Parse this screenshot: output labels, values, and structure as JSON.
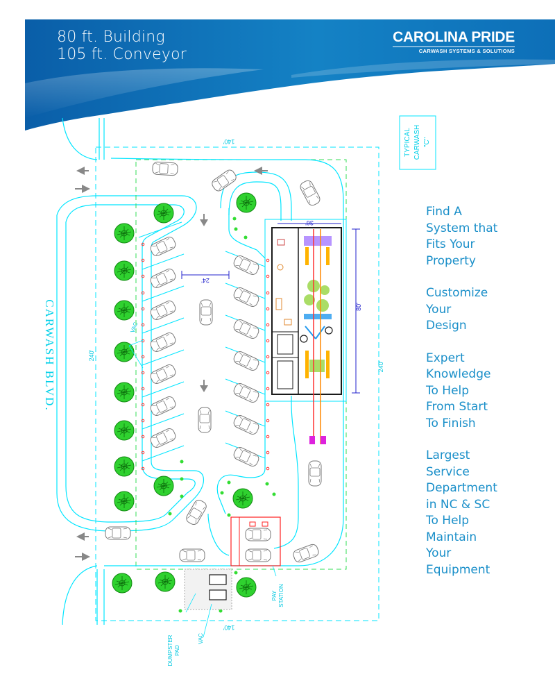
{
  "header": {
    "title_line1": "80 ft. Building",
    "title_line2": "105 ft. Conveyor",
    "brand_name": "CAROLINA PRIDE",
    "brand_tagline": "CARWASH SYSTEMS & SOLUTIONS",
    "accent_color": "#1482c5",
    "dark_color": "#0a5ea8"
  },
  "sidebar": {
    "color": "#1a8fc9",
    "items": [
      "Find A\nSystem that\nFits Your\nProperty",
      "Customize\nYour\nDesign",
      "Expert\nKnowledge\nTo Help\nFrom Start\nTo Finish",
      "Largest\nService\nDepartment\nin NC & SC\nTo Help\nMaintain\nYour\nEquipment"
    ]
  },
  "site_plan": {
    "stamp_line1": "TYPICAL",
    "stamp_line2": "CARWASH",
    "stamp_line3": "\"C\"",
    "street_name": "CARWASH BLVD.",
    "dim_top": "140'",
    "dim_bottom": "140'",
    "dim_left": "240'",
    "dim_right": "240'",
    "dim_lane": "24'",
    "dim_building_length": "80'",
    "dim_building_width": "36'",
    "vac_label_left": "VAC",
    "vac_label_bottom": "VAC",
    "dumpster_label_line1": "DUMPSTER",
    "dumpster_label_line2": "PAD",
    "pay_label_line1": "PAY",
    "pay_label_line2": "STATION",
    "line_color": "#00e5ff",
    "boundary_color": "#33dd55",
    "tree_color": "#22cc22",
    "car_color": "#888888",
    "building_color": "#1a1a1a",
    "pay_color": "#ff2020",
    "dimension_color": "#2222cc"
  }
}
